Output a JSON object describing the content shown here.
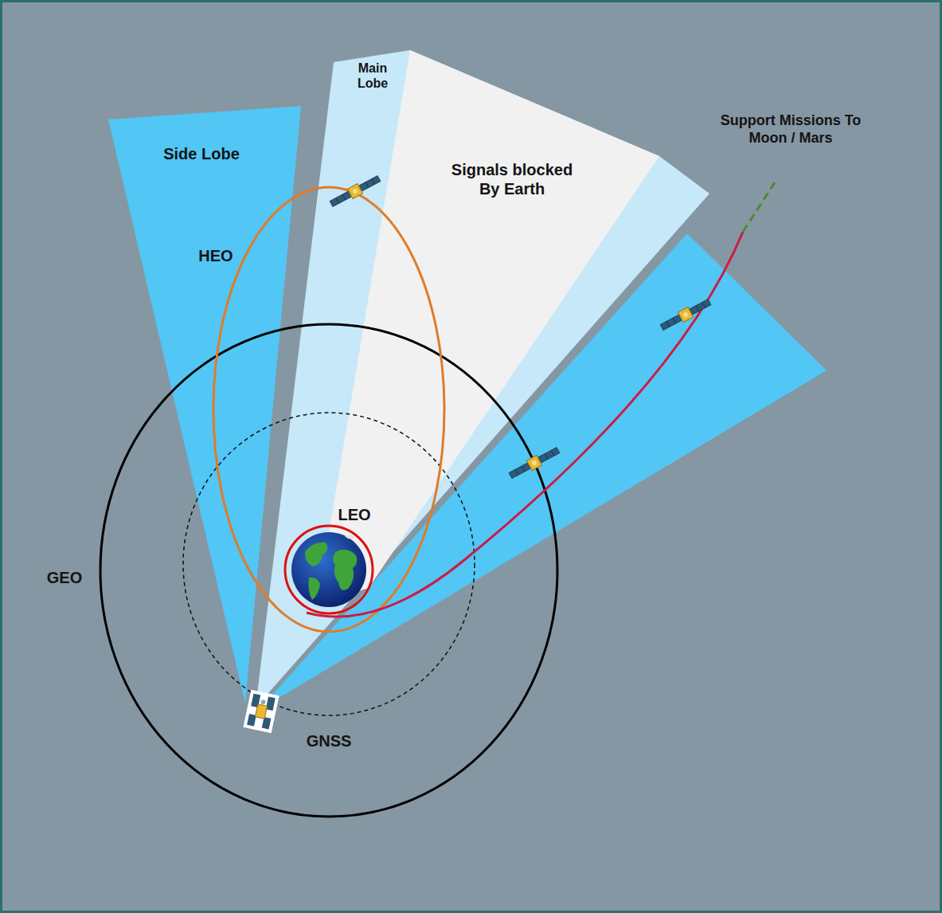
{
  "diagram": {
    "labels": [
      "Main Lobe",
      "Side Lobe",
      "Signals blocked By Earth",
      "Support Missions To Moon / Mars",
      "HEO",
      "LEO",
      "GEO",
      "GNSS"
    ]
  }
}
